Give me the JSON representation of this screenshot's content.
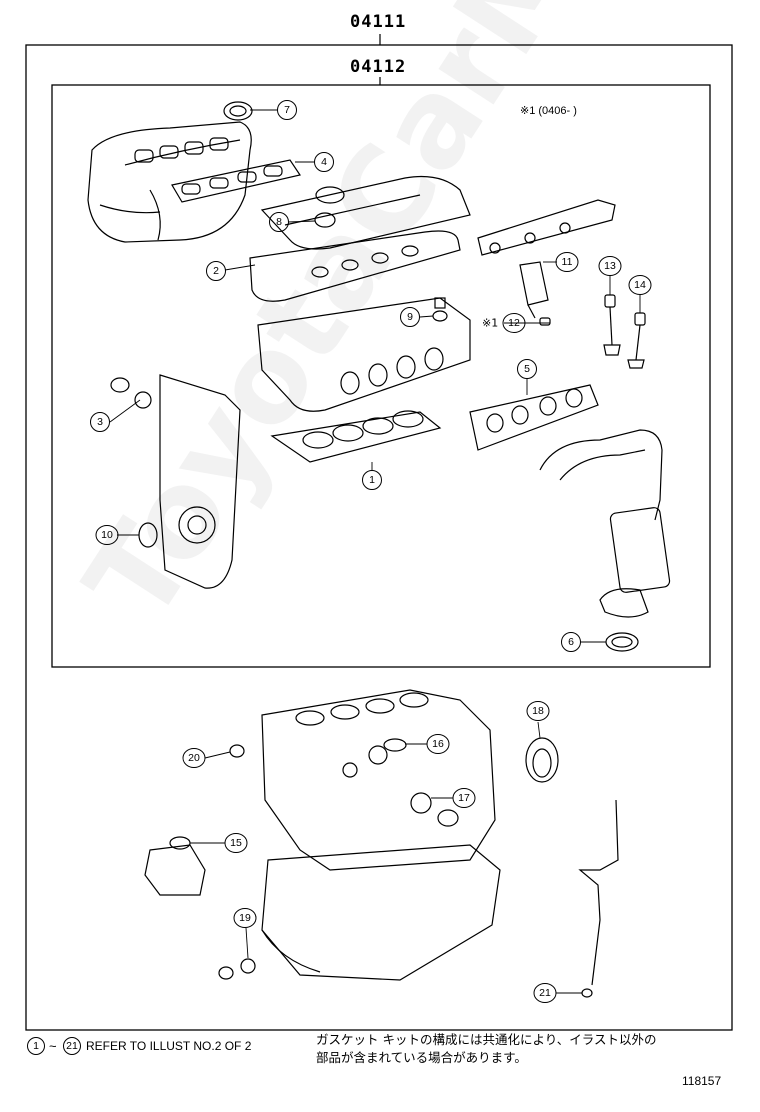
{
  "kit_outer": {
    "code": "04111"
  },
  "kit_inner": {
    "code": "04112"
  },
  "footnote_tag": "※1 (0406-    )",
  "callouts": [
    "1",
    "2",
    "3",
    "4",
    "5",
    "6",
    "7",
    "8",
    "9",
    "10",
    "11",
    "12",
    "13",
    "14",
    "15",
    "16",
    "17",
    "18",
    "19",
    "20",
    "21"
  ],
  "callout_12_prefix": "※1",
  "legend": {
    "range_start": "1",
    "range_sep": "~",
    "range_end": "21",
    "text": "REFER TO ILLUST NO.2 OF 2"
  },
  "japanese_note": {
    "line1": "ガスケット キットの構成には共通化により、イラスト以外の",
    "line2": "部品が含まれている場合があります。"
  },
  "illustration_number": "118157",
  "watermark": "ToyotaCarMile.ru"
}
